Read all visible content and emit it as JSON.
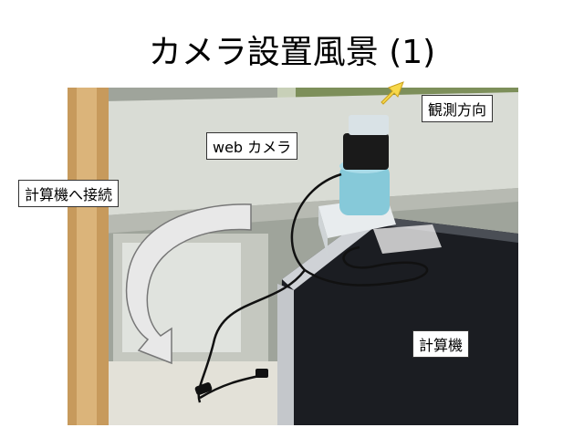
{
  "slide": {
    "title": "カメラ設置風景 (1)"
  },
  "labels": {
    "direction": "観測方向",
    "camera": "web カメラ",
    "connect": "計算機へ接続",
    "computer": "計算機"
  },
  "icons": {
    "direction_arrow": "arrow-up-right-icon",
    "connect_arrow": "curved-arrow-down-icon"
  },
  "colors": {
    "direction_arrow": "#f7d84a",
    "connect_arrow": "#e8e8e8"
  }
}
